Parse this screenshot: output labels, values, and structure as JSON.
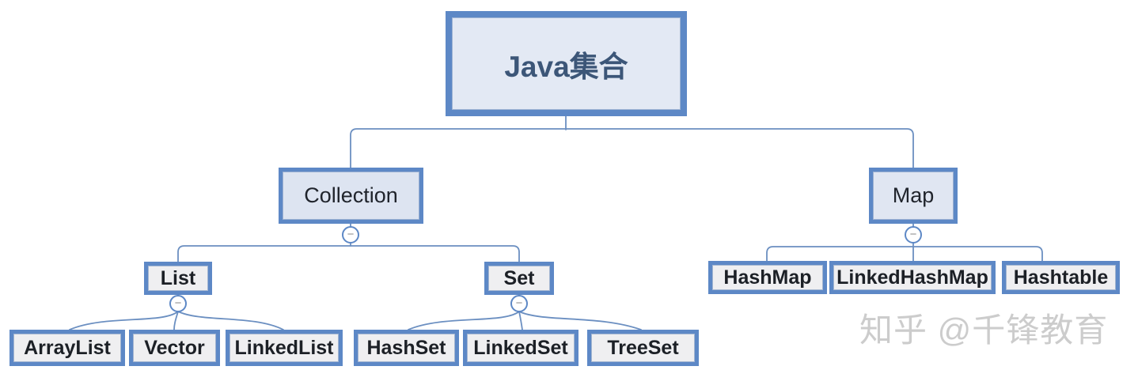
{
  "nodes": {
    "root": {
      "label": "Java集合"
    },
    "collection": {
      "label": "Collection"
    },
    "map": {
      "label": "Map"
    },
    "list": {
      "label": "List"
    },
    "set": {
      "label": "Set"
    },
    "arraylist": {
      "label": "ArrayList"
    },
    "vector": {
      "label": "Vector"
    },
    "linkedlist": {
      "label": "LinkedList"
    },
    "hashset": {
      "label": "HashSet"
    },
    "linkedset": {
      "label": "LinkedSet"
    },
    "treeset": {
      "label": "TreeSet"
    },
    "hashmap": {
      "label": "HashMap"
    },
    "linkedhashmap": {
      "label": "LinkedHashMap"
    },
    "hashtable": {
      "label": "Hashtable"
    }
  },
  "icons": {
    "collapse": "−"
  },
  "watermark": {
    "text": "知乎 @千锋教育"
  },
  "colors": {
    "node_border": "#5d88c6",
    "root_fill": "#e3e9f4",
    "branch_fill": "#dde4f1",
    "leaf_fill": "#efeff1",
    "connector_line": "#6b8fc1",
    "root_text": "#3c5678",
    "node_text": "#1c2026",
    "watermark_text": "#cccccc"
  }
}
